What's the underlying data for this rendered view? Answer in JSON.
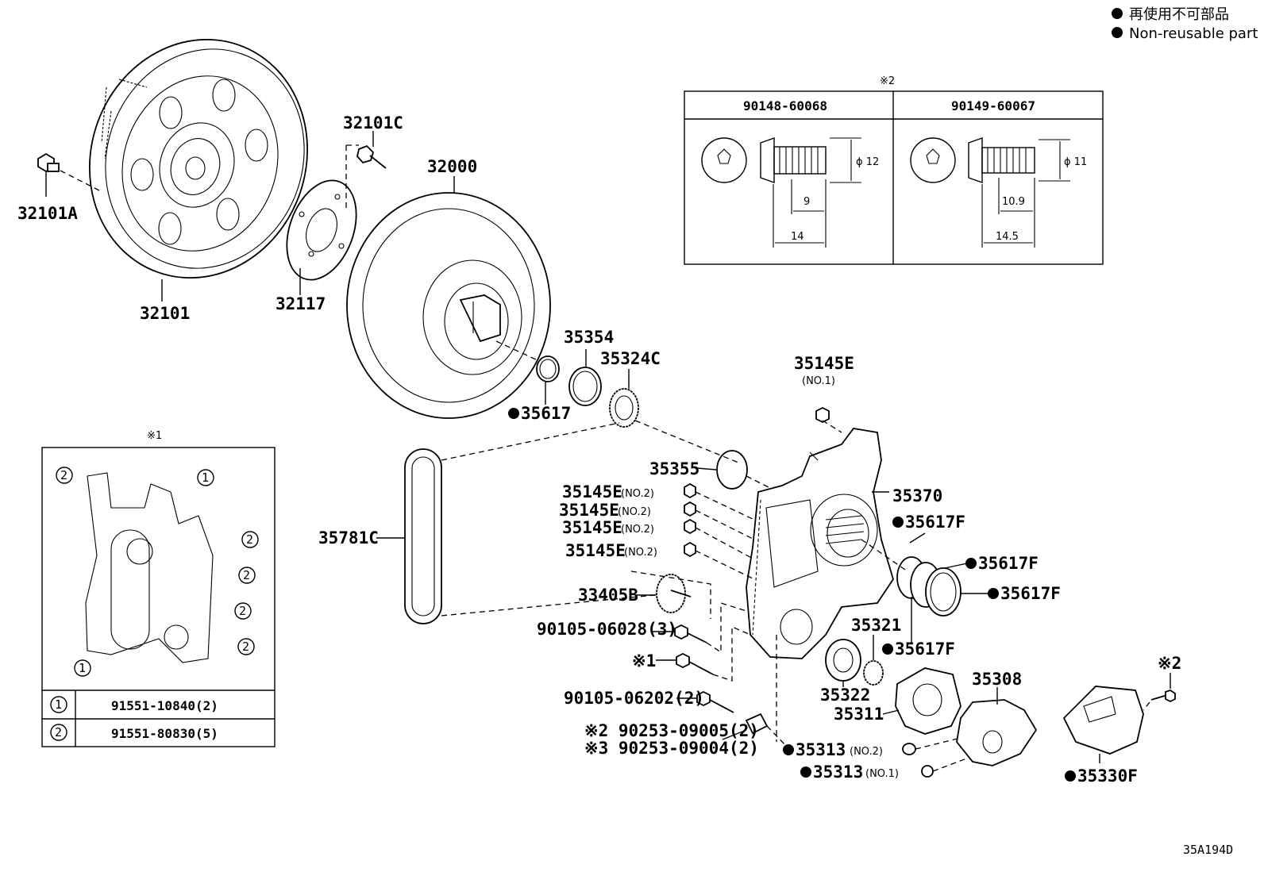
{
  "legend": {
    "line1": "再使用不可部品",
    "line2": "Non-reusable part"
  },
  "note1": {
    "mark": "※1",
    "rows": [
      {
        "num": "1",
        "part": "91551-10840(2)"
      },
      {
        "num": "2",
        "part": "91551-80830(5)"
      }
    ]
  },
  "note2": {
    "mark": "※2",
    "col1": {
      "part": "90148-60068",
      "dia": "ϕ 12",
      "len1": "9",
      "len2": "14"
    },
    "col2": {
      "part": "90149-60067",
      "dia": "ϕ 11",
      "len1": "10.9",
      "len2": "14.5"
    }
  },
  "parts": {
    "p32101A": "32101A",
    "p32101": "32101",
    "p32101C": "32101C",
    "p32117": "32117",
    "p32000": "32000",
    "p35354": "35354",
    "p35324C": "35324C",
    "p35617": "35617",
    "p35145E_1": "35145E",
    "p35145E_1_sub": "(NO.1)",
    "p35355": "35355",
    "p35145E_a": "35145E",
    "p35145E_b": "35145E",
    "p35145E_c": "35145E",
    "p35145E_d": "35145E",
    "no2": "(NO.2)",
    "p35370": "35370",
    "p35617F_a": "35617F",
    "p35617F_b": "35617F",
    "p35617F_c": "35617F",
    "p35617F_d": "35617F",
    "p35781C": "35781C",
    "p33405B": "33405B",
    "p90105_06028": "90105-06028(3)",
    "mark1": "※1",
    "p90105_06202": "90105-06202(2)",
    "p90253_09005": "※2 90253-09005(2)",
    "p90253_09004": "※3 90253-09004(2)",
    "p35321": "35321",
    "p35322": "35322",
    "p35311": "35311",
    "p35308": "35308",
    "p35313_2": "35313",
    "p35313_2_sub": "(NO.2)",
    "p35313_1": "35313",
    "p35313_1_sub": "(NO.1)",
    "mark2": "※2",
    "p35330F": "35330F"
  },
  "diagram_id": "35A194D"
}
